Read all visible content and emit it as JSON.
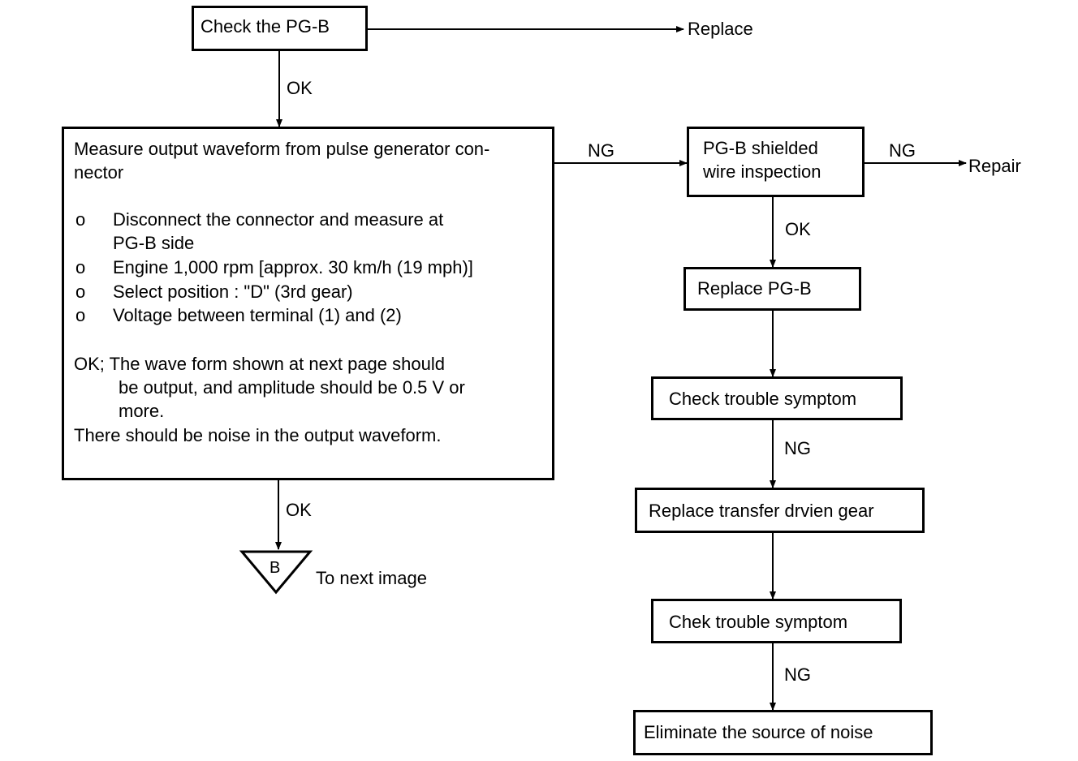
{
  "boxes": {
    "check_pgb": "Check the PG-B",
    "measure_title_1": "Measure output waveform from pulse generator con-",
    "measure_title_2": "nector",
    "measure_bullets": [
      {
        "mark": "o",
        "line1": "Disconnect the connector and measure at",
        "line2": "PG-B side"
      },
      {
        "mark": "o",
        "line1": "Engine 1,000 rpm [approx. 30 km/h (19 mph)]"
      },
      {
        "mark": "o",
        "line1": "Select position : \"D\" (3rd gear)"
      },
      {
        "mark": "o",
        "line1": "Voltage between terminal (1) and (2)"
      }
    ],
    "measure_ok_1": "OK; The wave form shown at next page should",
    "measure_ok_2": "be output, and amplitude should be 0.5 V or",
    "measure_ok_3": "more.",
    "measure_noise": "There should be noise in the output waveform.",
    "shielded_1": "PG-B shielded",
    "shielded_2": "wire inspection",
    "replace_pgb": "Replace PG-B",
    "check_trouble": "Check trouble symptom",
    "replace_transfer": "Replace transfer drvien gear",
    "chek_trouble": "Chek trouble symptom",
    "eliminate": "Eliminate the source of noise"
  },
  "labels": {
    "replace": "Replace",
    "ok1": "OK",
    "ng1": "NG",
    "ng2": "NG",
    "repair": "Repair",
    "ok2": "OK",
    "ng3": "NG",
    "ok3": "OK",
    "ng4": "NG",
    "connector": "B",
    "to_next": "To next image"
  }
}
